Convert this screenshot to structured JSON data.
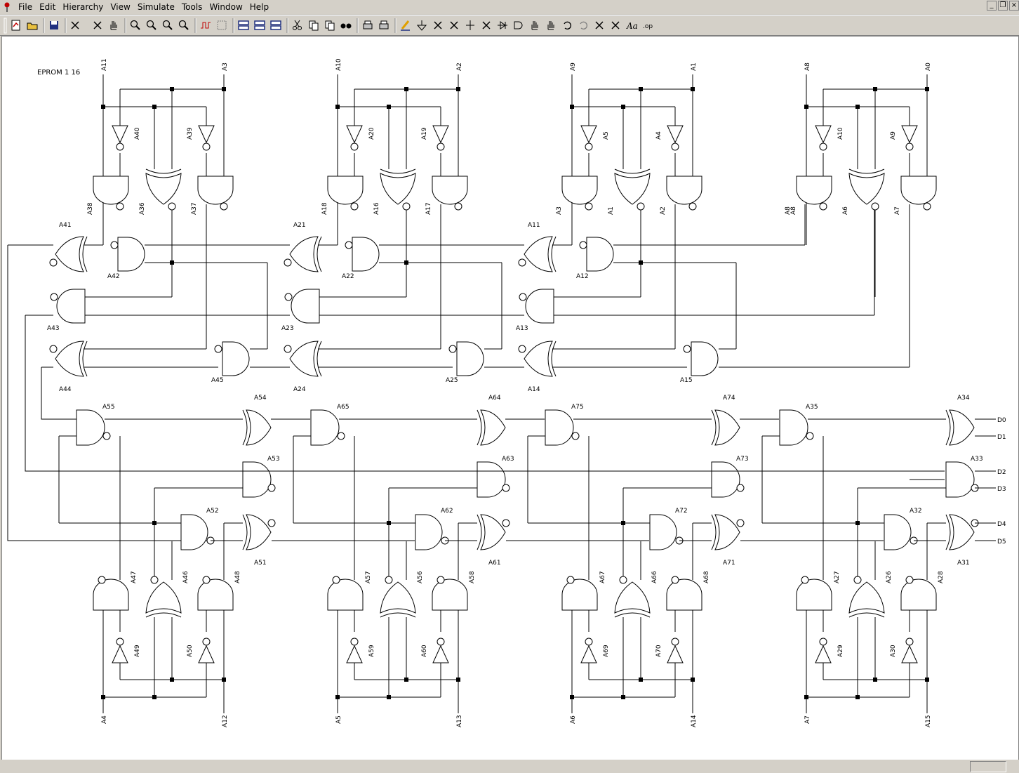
{
  "menus": [
    "File",
    "Edit",
    "Hierarchy",
    "View",
    "Simulate",
    "Tools",
    "Window",
    "Help"
  ],
  "window_controls": {
    "minimize": "_",
    "restore": "❐",
    "close": "×"
  },
  "toolbar_icons": [
    "new-schematic-icon",
    "open-icon",
    "save-icon",
    "select-pointer-icon",
    "run-icon",
    "hand-icon",
    "zoom-in-icon",
    "zoom-normal-icon",
    "zoom-out-icon",
    "zoom-fit-icon",
    "waveform-icon",
    "grid-icon",
    "horizontal-tile-icon",
    "cascade-icon",
    "arrange-icon",
    "cut-icon",
    "copy-icon",
    "paste-icon",
    "find-icon",
    "print-preview-icon",
    "print-icon",
    "wire-pencil-icon",
    "ground-icon",
    "label-icon",
    "bus-tap-icon",
    "junction-icon",
    "bracket-icon",
    "diode-icon",
    "gate-icon",
    "hand-select-icon",
    "pan-icon",
    "undo-icon",
    "redo-icon",
    "group-icon",
    "ungroup-icon",
    "text-icon",
    "property-icon"
  ],
  "status": {
    "panel": ""
  },
  "colors": {
    "wire": "#000000",
    "canvas": "#ffffff",
    "chrome": "#d4d0c8"
  },
  "schematic": {
    "title": "EPROM 1 16",
    "top_labels": [
      [
        "A11",
        "A3"
      ],
      [
        "A10",
        "A2"
      ],
      [
        "A9",
        "A1"
      ],
      [
        "A8",
        "A0"
      ]
    ],
    "bottom_labels": [
      [
        "A4",
        "A12"
      ],
      [
        "A5",
        "A13"
      ],
      [
        "A6",
        "A14"
      ],
      [
        "A7",
        "A15"
      ]
    ],
    "outputs": [
      "D0",
      "D1",
      "D2",
      "D3",
      "D4",
      "D5"
    ],
    "top_blocks": [
      {
        "inv1": "A40",
        "inv2": "A39",
        "and1": "A38",
        "xnor": "A36",
        "and2": "A37",
        "or1": "A41",
        "and3": "A42",
        "and4": "A43",
        "or2": "A44",
        "and5": "A45"
      },
      {
        "inv1": "A20",
        "inv2": "A19",
        "and1": "A18",
        "xnor": "A16",
        "and2": "A17",
        "or1": "A21",
        "and3": "A22",
        "and4": "A23",
        "or2": "A24",
        "and5": "A25"
      },
      {
        "inv1": "A5",
        "inv2": "A4",
        "and1": "A3",
        "xnor": "A1",
        "and2": "A2",
        "or1": "A11",
        "and3": "A12",
        "and4": "A13",
        "or2": "A14",
        "and5": "A15"
      },
      {
        "inv1": "A10",
        "inv2": "A9",
        "and1": "A8",
        "xnor": "A6",
        "and2": "A7"
      }
    ],
    "mid_blocks": [
      {
        "g1": "A55",
        "g2": "A54",
        "g3": "A53",
        "g4": "A52",
        "g5": "A51"
      },
      {
        "g1": "A65",
        "g2": "A64",
        "g3": "A63",
        "g4": "A62",
        "g5": "A61"
      },
      {
        "g1": "A75",
        "g2": "A74",
        "g3": "A73",
        "g4": "A72",
        "g5": "A71"
      },
      {
        "g1": "A35",
        "g2": "A34",
        "g3": "A33",
        "g4": "A32",
        "g5": "A31"
      }
    ],
    "bottom_blocks": [
      {
        "and1": "A47",
        "xnor": "A46",
        "and2": "A48",
        "inv1": "A49",
        "inv2": "A50"
      },
      {
        "and1": "A57",
        "xnor": "A56",
        "and2": "A58",
        "inv1": "A59",
        "inv2": "A60"
      },
      {
        "and1": "A67",
        "xnor": "A66",
        "and2": "A68",
        "inv1": "A69",
        "inv2": "A70"
      },
      {
        "and1": "A27",
        "xnor": "A26",
        "and2": "A28",
        "inv1": "A29",
        "inv2": "A30"
      }
    ]
  }
}
